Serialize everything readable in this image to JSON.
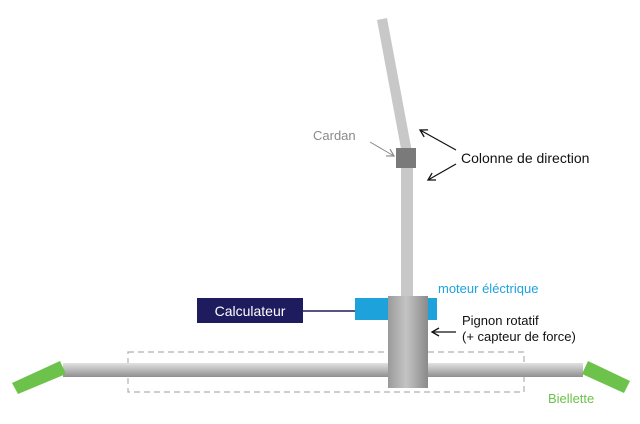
{
  "labels": {
    "cardan": "Cardan",
    "colonne": "Colonne de direction",
    "moteur": "moteur éléctrique",
    "calculateur": "Calculateur",
    "pignon_line1": "Pignon rotatif",
    "pignon_line2": "(+ capteur de force)",
    "biellette": "Biellette"
  },
  "colors": {
    "shaft": "#c8c8c8",
    "shaft_dark": "#9a9a9a",
    "cardan": "#7a7a7a",
    "calculateur_bg": "#1e1b5e",
    "calculateur_text": "#ffffff",
    "moteur": "#1ea2dc",
    "moteur_text": "#1ea2dc",
    "biellette": "#6cc24a",
    "cardan_text": "#8a8a8a",
    "text": "#111111",
    "dashed": "#b0b0b0"
  }
}
